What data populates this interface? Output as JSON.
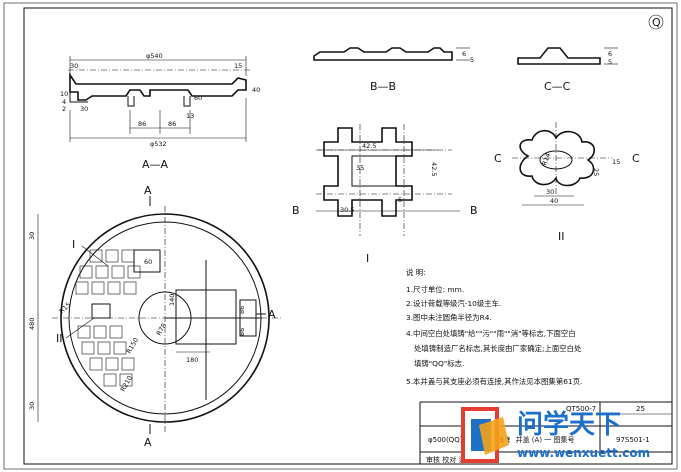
{
  "corner_mark": "Q",
  "sections": {
    "aa": "A—A",
    "bb": "B—B",
    "cc": "C—C",
    "detail1": "I",
    "detail2": "II"
  },
  "cut_marks": {
    "a": "A",
    "b": "B",
    "c": "C"
  },
  "leaders": {
    "i": "I",
    "ii": "II"
  },
  "dims": {
    "aa_540": "φ540",
    "aa_532": "φ532",
    "aa_30": "30",
    "aa_15": "15",
    "aa_40": "40",
    "aa_10": "10",
    "aa_4": "4",
    "aa_2": "2",
    "aa_30b": "30",
    "aa_60": "60",
    "aa_13": "13",
    "aa_86a": "86",
    "aa_86b": "86",
    "bb_6": "6",
    "bb_5": "5",
    "cc_6": "6",
    "cc_5": "5",
    "d1_425a": "42.5",
    "d1_425b": "42.5",
    "d1_35": "35",
    "d1_305": "30.5",
    "d1_5": "5",
    "d2_r14": "R14",
    "d2_25": "25",
    "d2_30": "30",
    "d2_40": "40",
    "d2_15": "15",
    "pl_30t": "30",
    "pl_480": "480",
    "pl_30b": "30",
    "pl_60": "60",
    "pl_140": "140",
    "pl_86a": "86",
    "pl_86b": "86",
    "pl_180": "180",
    "pl_r78": "R78",
    "pl_r150": "R150",
    "pl_r210": "R210",
    "pl_r15": "R15"
  },
  "notes": {
    "heading": "说 明:",
    "items": [
      "1.尺寸单位: mm.",
      "2.设计荷载等级汽-10级主车.",
      "3.图中未注圆角半径为R4.",
      "4.中间空白处填铸\"给\"\"污\"\"雨\"\"消\"等标志,下面空白",
      "处填铸制造厂名标志,其长度由厂家确定;上面空白处",
      "填铸\"QQ\"标志.",
      "5.本井盖与其支座必须有连接,其作法见本图集第61页."
    ]
  },
  "title_block": {
    "code": "QT500-7",
    "page": "25",
    "title": "φ500(QQ)社至 孑 墨 铸 钅 井盖 (A) 一 图集号",
    "atlas": "97S501-1",
    "bottom": "审核 校对 设计 页"
  },
  "watermark": {
    "brand": "问学天下",
    "url": "www.wenxuett.com"
  }
}
